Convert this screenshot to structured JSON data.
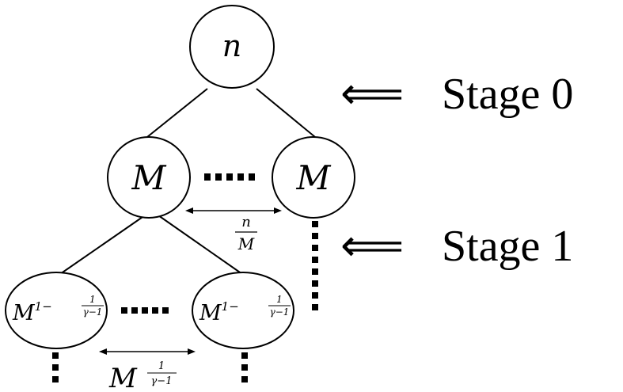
{
  "diagram": {
    "root": {
      "label": "n"
    },
    "level1": {
      "left": {
        "label": "M"
      },
      "right": {
        "label": "M"
      },
      "spacing": {
        "numerator": "n",
        "denominator": "M"
      }
    },
    "level2": {
      "left": {
        "base": "M",
        "exp_prefix": "1−",
        "exp_num": "1",
        "exp_den": "γ−1"
      },
      "right": {
        "base": "M",
        "exp_prefix": "1−",
        "exp_num": "1",
        "exp_den": "γ−1"
      },
      "spacing": {
        "base": "M",
        "exp_num": "1",
        "exp_den": "γ−1"
      }
    },
    "stages": [
      {
        "arrow": "⟸",
        "text": "Stage 0"
      },
      {
        "arrow": "⟸",
        "text": "Stage 1"
      }
    ]
  }
}
